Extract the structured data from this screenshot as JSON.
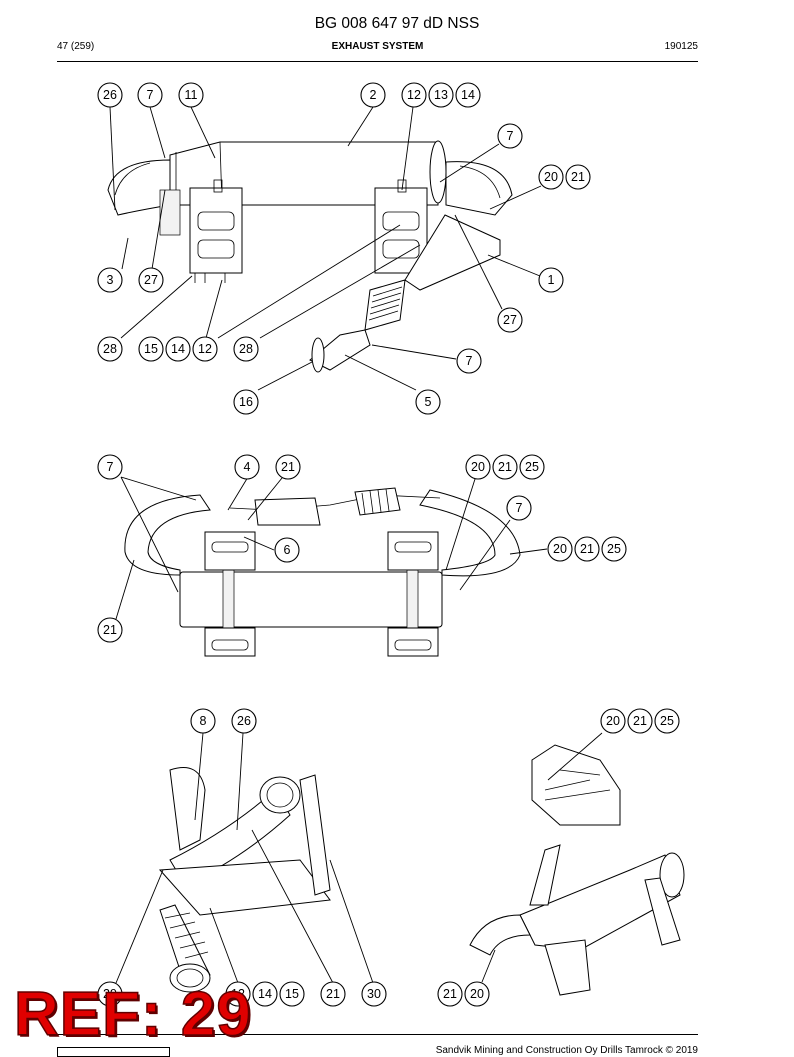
{
  "header": {
    "document_id": "BG 008 647 97 dD NSS",
    "page": "47 (259)",
    "section": "EXHAUST SYSTEM",
    "date_code": "190125"
  },
  "footer": {
    "copyright": "Sandvik Mining and Construction Oy Drills Tamrock © 2019"
  },
  "overlay": {
    "ref_label": "REF: 29"
  },
  "callouts": {
    "view1": [
      "26",
      "7",
      "11",
      "2",
      "12",
      "13",
      "14",
      "7",
      "20",
      "21",
      "3",
      "27",
      "1",
      "27",
      "28",
      "15",
      "14",
      "12",
      "28",
      "7",
      "16",
      "5"
    ],
    "view2": [
      "7",
      "4",
      "21",
      "20",
      "21",
      "25",
      "7",
      "6",
      "20",
      "21",
      "25",
      "21"
    ],
    "view3": [
      "8",
      "26",
      "20",
      "21",
      "25",
      "29",
      "12",
      "14",
      "15",
      "21",
      "30",
      "21",
      "20"
    ]
  }
}
